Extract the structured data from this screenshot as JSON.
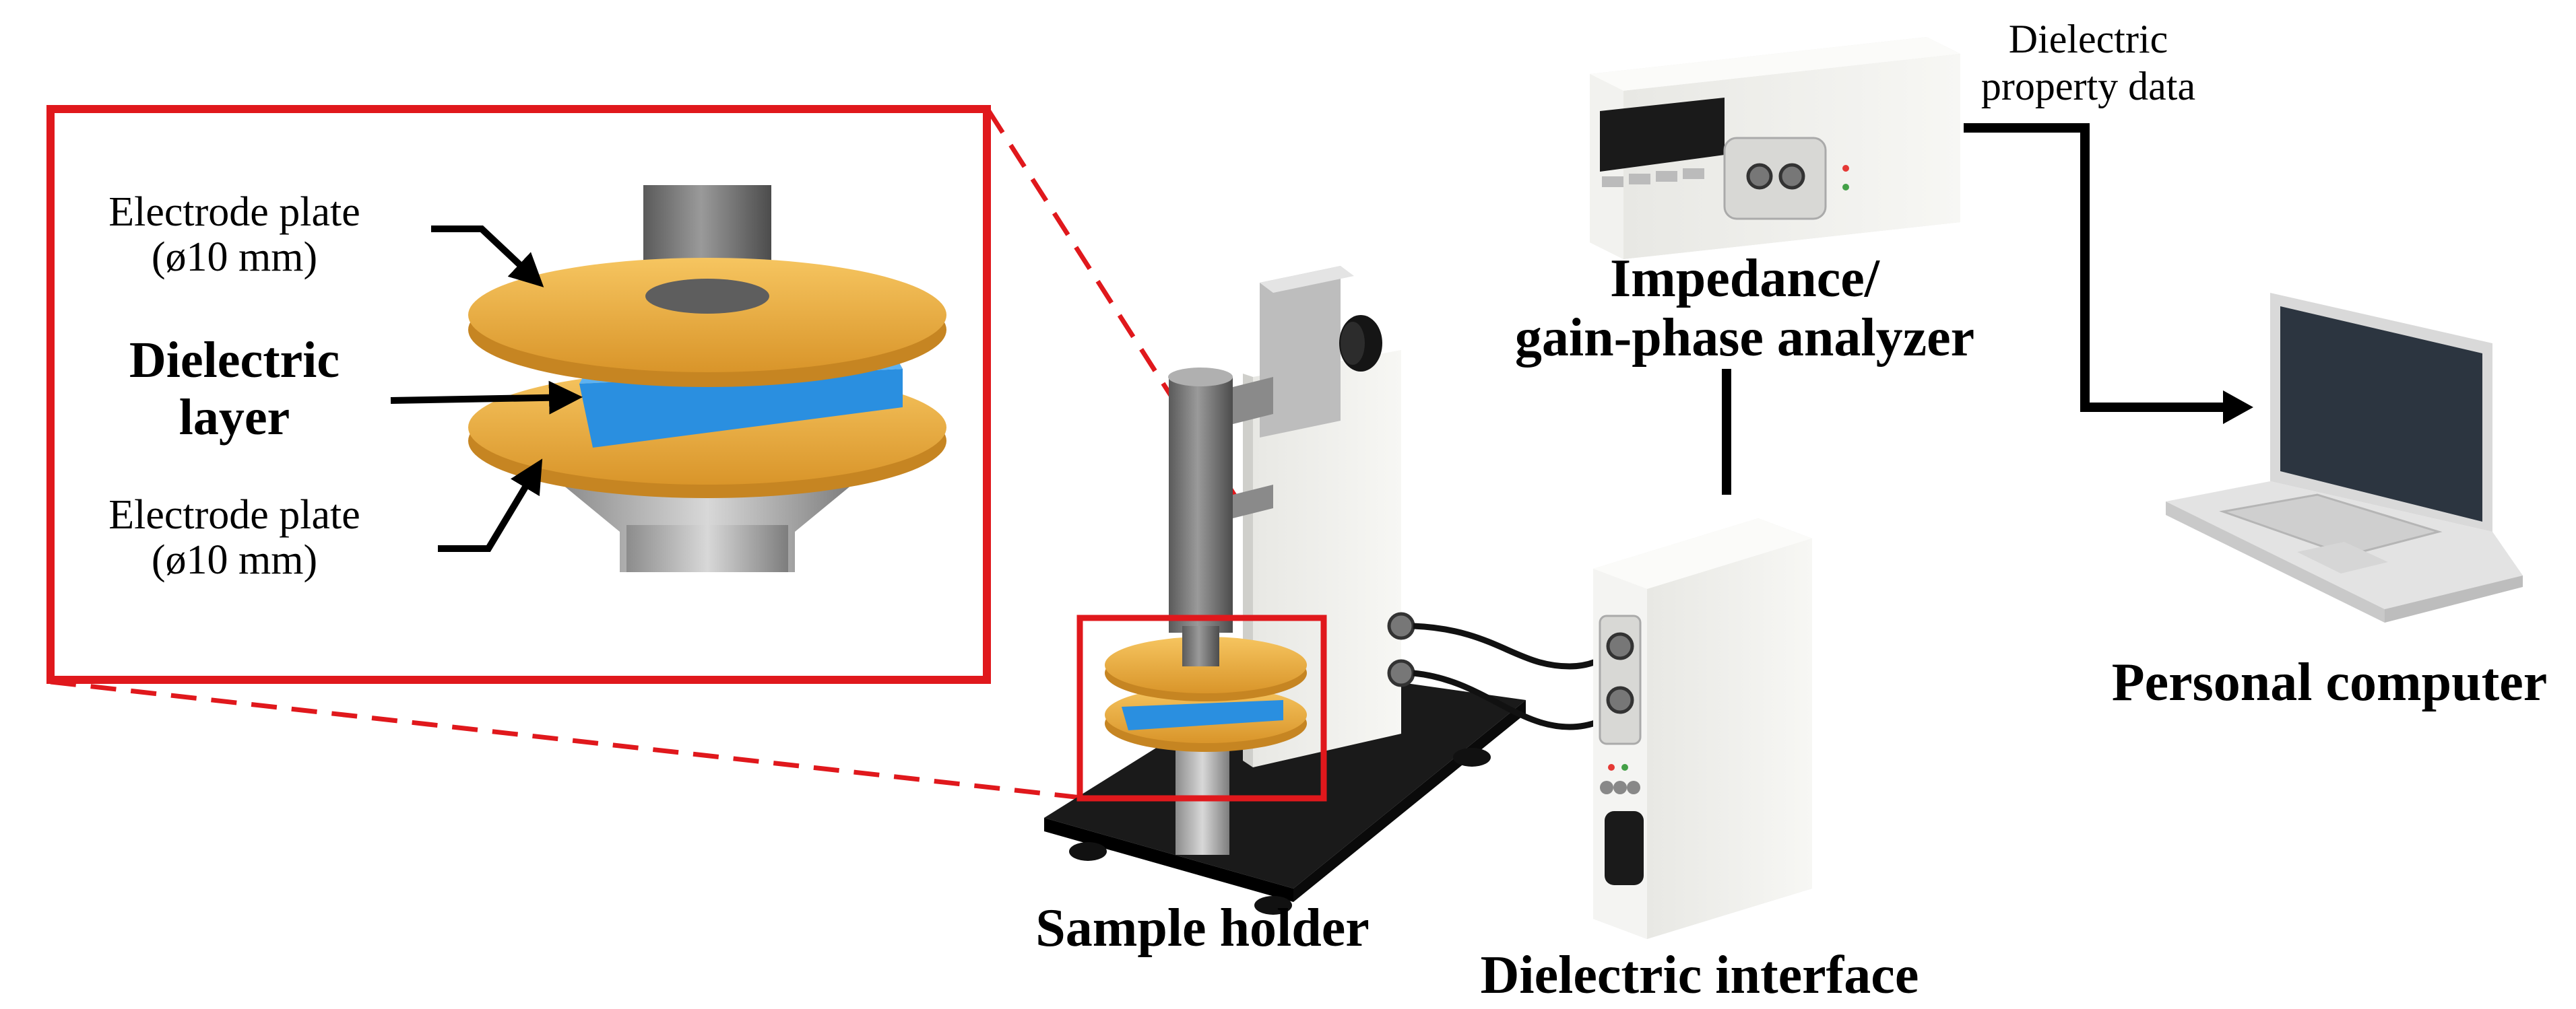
{
  "labels": {
    "electrode_top_line1": "Electrode plate",
    "electrode_top_line2": "(ø10 mm)",
    "dielectric_line1": "Dielectric",
    "dielectric_line2": "layer",
    "electrode_bottom_line1": "Electrode plate",
    "electrode_bottom_line2": "(ø10 mm)",
    "sample_holder": "Sample holder",
    "dielectric_interface": "Dielectric interface",
    "analyzer_line1": "Impedance/",
    "analyzer_line2": "gain-phase analyzer",
    "data_line1": "Dielectric",
    "data_line2": "property data",
    "personal_computer": "Personal computer"
  },
  "colors": {
    "highlight_red": "#e0181c",
    "electrode_gold": "#e8a838",
    "dielectric_blue": "#2a8fe0",
    "steel_gray": "#7a7a7a",
    "cabinet_white": "#f1f1ee",
    "base_black": "#1a1a1a"
  },
  "icons": {
    "analyzer": "impedance-analyzer-device",
    "interface": "tower-interface-box",
    "holder": "sample-holder-rig",
    "computer": "laptop-icon"
  }
}
